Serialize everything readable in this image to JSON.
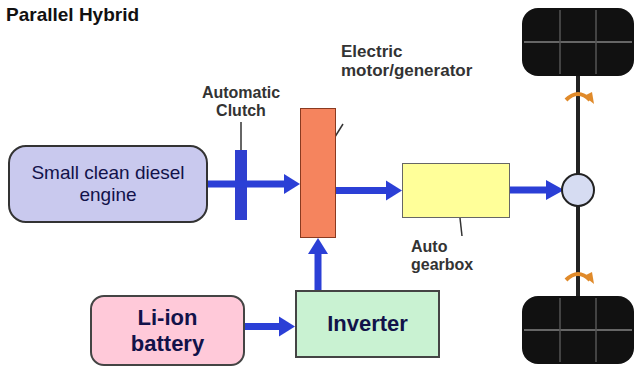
{
  "diagram": {
    "title": "Parallel Hybrid",
    "nodes": [
      {
        "text": [
          "Small clean diesel engine"
        ]
      },
      {
        "text": [
          "Electric motor/generator"
        ]
      },
      {
        "text": [
          "Auto gearbox"
        ]
      },
      {
        "text": [
          "Li-ion battery"
        ]
      },
      {
        "text": [
          "Inverter"
        ]
      }
    ],
    "edges": [
      {
        "from": 0,
        "to": 1,
        "arrow": "to"
      },
      {
        "from": 1,
        "to": 2,
        "arrow": "to"
      },
      {
        "from": 3,
        "to": 4,
        "arrow": "to"
      },
      {
        "from": 4,
        "to": 1,
        "arrow": "to"
      }
    ],
    "labels": [
      "Automatic Clutch"
    ]
  }
}
